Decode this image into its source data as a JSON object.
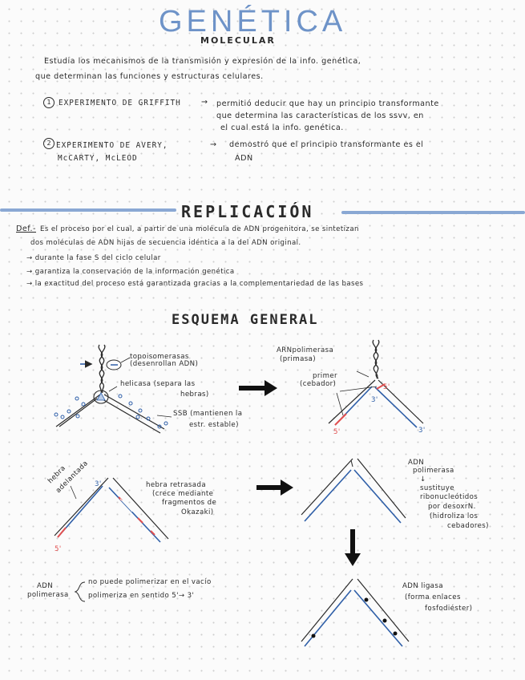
{
  "header": {
    "title": "GENÉTICA",
    "subtitle": "MOLECULAR",
    "intro_line1": "Estudia los mecanismos de la transmisión y expresión de la info. genética,",
    "intro_line2": "que determinan las funciones y estructuras celulares."
  },
  "experiments": [
    {
      "number": "1",
      "name": "EXPERIMENTO DE GRIFFITH",
      "arrow": "→",
      "result_line1": "permitió deducir que hay un principio transformante",
      "result_line2": "que determina las características de los ssvv, en",
      "result_line3": "el cual está la info. genética."
    },
    {
      "number": "2",
      "name_line1": "EXPERIMENTO DE AVERY,",
      "name_line2": "McCARTY, McLEOD",
      "arrow": "→",
      "result_line1": "demostró que el principio transformante es el",
      "result_line2": "ADN"
    }
  ],
  "replicacion": {
    "title": "REPLICACIÓN",
    "def_label": "Def.-",
    "def_line1": "Es el proceso por el cual, a partir de una molécula de ADN progenitora, se sintetizan",
    "def_line2": "dos moléculas de ADN hijas de secuencia idéntica a la del ADN original.",
    "bullets": [
      "→ durante la fase S del ciclo celular",
      "→ garantiza la conservación de la información genética",
      "→ la exactitud del proceso está garantizada gracias a la complementariedad de las bases"
    ]
  },
  "esquema": {
    "title": "ESQUEMA GENERAL",
    "diagram1": {
      "topo_1": "topoisomerasas",
      "topo_2": "(desenrollan ADN)",
      "helicasa_1": "helicasa (separa las",
      "helicasa_2": "hebras)",
      "ssb_1": "SSB (mantienen la",
      "ssb_2": "estr. estable)"
    },
    "diagram2": {
      "arn_1": "ARNpolimerasa",
      "arn_2": "(primasa)",
      "primer_1": "primer",
      "primer_2": "(cebador)",
      "five_a": "5'",
      "three_a": "3'",
      "five_b": "5'",
      "three_b": "3'"
    },
    "diagram3": {
      "adelantada_1": "hebra",
      "adelantada_2": "adelantada",
      "three": "3'",
      "five": "5'",
      "retrasada_1": "hebra retrasada",
      "retrasada_2": "(crece mediante",
      "retrasada_3": "fragmentos de",
      "retrasada_4": "Okazaki)"
    },
    "diagram4": {
      "l1": "ADN",
      "l2": "polimerasa",
      "l3": "↓",
      "l4": "sustituye",
      "l5": "ribonucleótidos",
      "l6": "por desoxrN.",
      "l7": "(hidroliza los",
      "l8": "cebadores)"
    },
    "polimerasa_note": {
      "label_1": "ADN",
      "label_2": "polimerasa",
      "line1": "no puede polimerizar en el vacío",
      "line2": "polimeriza en sentido 5'→ 3'"
    },
    "diagram5": {
      "l1": "ADN ligasa",
      "l2": "(forma enlaces",
      "l3": "fosfodiéster)"
    }
  },
  "colors": {
    "accent_blue": "#6e93c8",
    "strand_blue": "#2f5fa8",
    "primer_red": "#e25050",
    "ink": "#2a2a2a"
  }
}
